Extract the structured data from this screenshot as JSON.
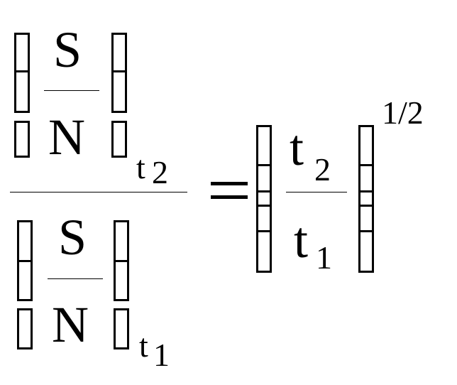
{
  "equation": {
    "numerator": {
      "fraction": {
        "top": "S",
        "bottom": "N"
      },
      "subscript_base": "t",
      "subscript_index": "2"
    },
    "denominator": {
      "fraction": {
        "top": "S",
        "bottom": "N"
      },
      "subscript_base": "t",
      "subscript_index": "1"
    },
    "rhs": {
      "fraction": {
        "top_base": "t",
        "top_index": "2",
        "bottom_base": "t",
        "bottom_index": "1"
      },
      "exponent": "1/2"
    },
    "colors": {
      "ink": "#000000",
      "background": "#ffffff"
    }
  }
}
